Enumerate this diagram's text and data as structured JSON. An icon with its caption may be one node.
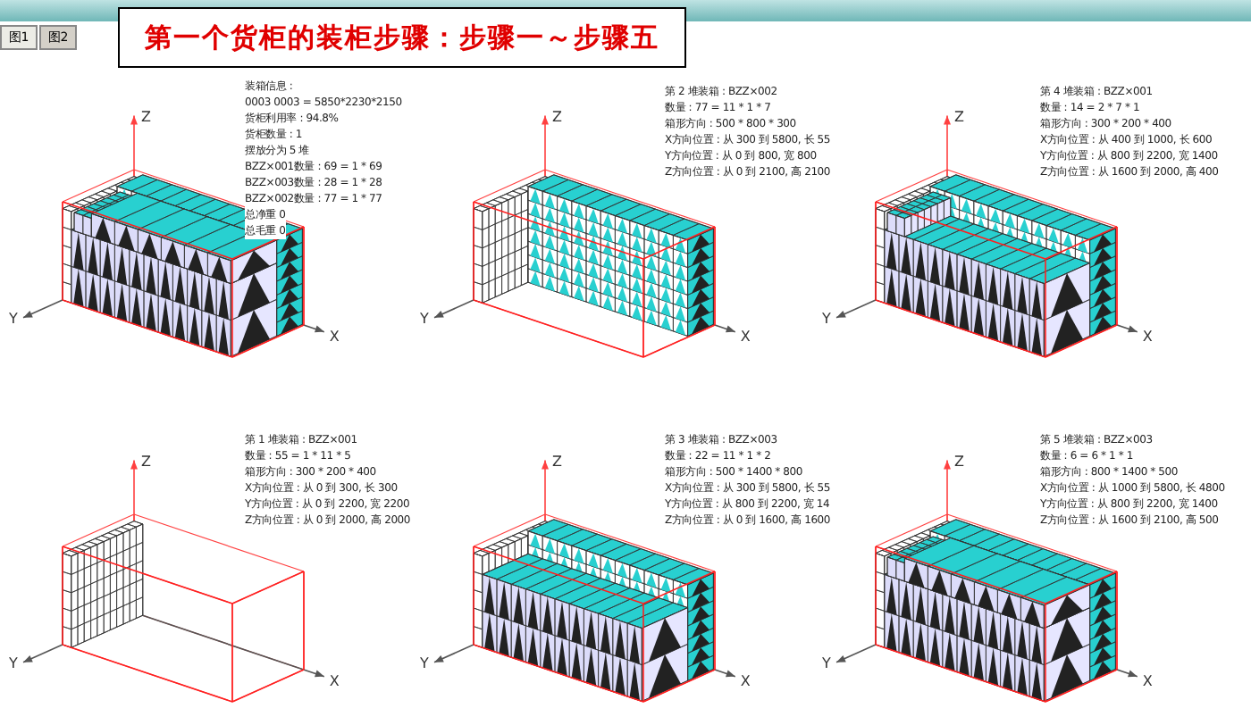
{
  "diagram": {
    "title": "第一个货柜的装柜步骤：步骤一～步骤五",
    "labels": [
      "图1",
      "图2",
      "装箱信息 :",
      "0003 0003 = 5850*2230*2150",
      "货柜利用率 : 94.8%",
      "货柜数量 : 1",
      "摆放分为 5 堆",
      "BZZ×001数量 : 69 = 1 * 69",
      "BZZ×003数量 : 28 = 1 * 28",
      "BZZ×002数量 : 77 = 1 * 77",
      "总净重 0",
      "总毛重 0",
      "第 2 堆装箱 : BZZ×002",
      "数量 : 77 = 11 * 1 * 7",
      "箱形方向 : 500 * 800 * 300",
      "X方向位置 : 从 300 到 5800, 长 55",
      "Y方向位置 : 从 0 到 800, 宽 800",
      "Z方向位置 : 从 0 到 2100, 高 2100",
      "第 4 堆装箱 : BZZ×001",
      "数量 : 14 = 2 * 7 * 1",
      "箱形方向 : 300 * 200 * 400",
      "X方向位置 : 从 400 到 1000, 长 600",
      "Y方向位置 : 从 800 到 2200, 宽 1400",
      "Z方向位置 : 从 1600 到 2000, 高 400",
      "第 1 堆装箱 : BZZ×001",
      "数量 : 55 = 1 * 11 * 5",
      "箱形方向 : 300 * 200 * 400",
      "X方向位置 : 从 0 到 300, 长 300",
      "Y方向位置 : 从 0 到 2200, 宽 2200",
      "Z方向位置 : 从 0 到 2000, 高 2000",
      "第 3 堆装箱 : BZZ×003",
      "数量 : 22 = 11 * 1 * 2",
      "箱形方向 : 500 * 1400 * 800",
      "X方向位置 : 从 300 到 5800, 长 55",
      "Y方向位置 : 从 800 到 2200, 宽 14",
      "Z方向位置 : 从 0 到 1600, 高 1600",
      "第 5 堆装箱 : BZZ×003",
      "数量 : 6 = 6 * 1 * 1",
      "箱形方向 : 800 * 1400 * 500",
      "X方向位置 : 从 1000 到 5800, 长 4800",
      "Y方向位置 : 从 800 到 2200, 宽 1400",
      "Z方向位置 : 从 1600 到 2100, 高 500",
      "Z",
      "Y",
      "X",
      "Z",
      "Y",
      "X",
      "Z",
      "Y",
      "X",
      "Z",
      "Y",
      "X",
      "Z",
      "Y",
      "X",
      "Z",
      "Y",
      "X"
    ]
  }
}
